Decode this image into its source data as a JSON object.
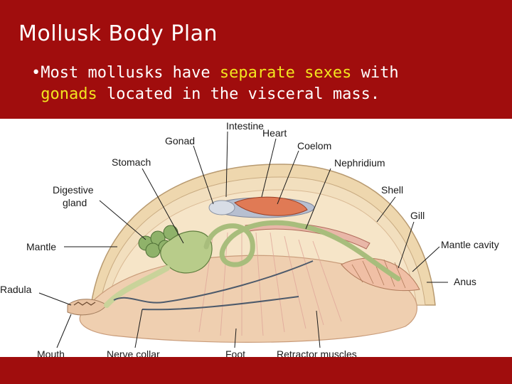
{
  "slide": {
    "title": "Mollusk Body Plan",
    "bullet": {
      "marker": "•",
      "part1": "Most mollusks have ",
      "highlight1": "separate sexes",
      "part2": " with",
      "highlight2": "gonads",
      "part3": " located in the visceral mass."
    }
  },
  "diagram": {
    "labels": {
      "intestine": "Intestine",
      "heart": "Heart",
      "gonad": "Gonad",
      "coelom": "Coelom",
      "stomach": "Stomach",
      "nephridium": "Nephridium",
      "digestive_gland_1": "Digestive",
      "digestive_gland_2": "gland",
      "shell": "Shell",
      "gill": "Gill",
      "mantle": "Mantle",
      "mantle_cavity": "Mantle cavity",
      "radula": "Radula",
      "anus": "Anus",
      "mouth": "Mouth",
      "nerve_collar": "Nerve collar",
      "foot": "Foot",
      "retractor_muscles": "Retractor muscles"
    }
  },
  "colors": {
    "background": "#a00d0d",
    "highlight": "#f2e51f",
    "shell": "#e8cfa3",
    "foot": "#eccaa8",
    "digestive": "#a9c07a",
    "heart": "#e07a55"
  }
}
